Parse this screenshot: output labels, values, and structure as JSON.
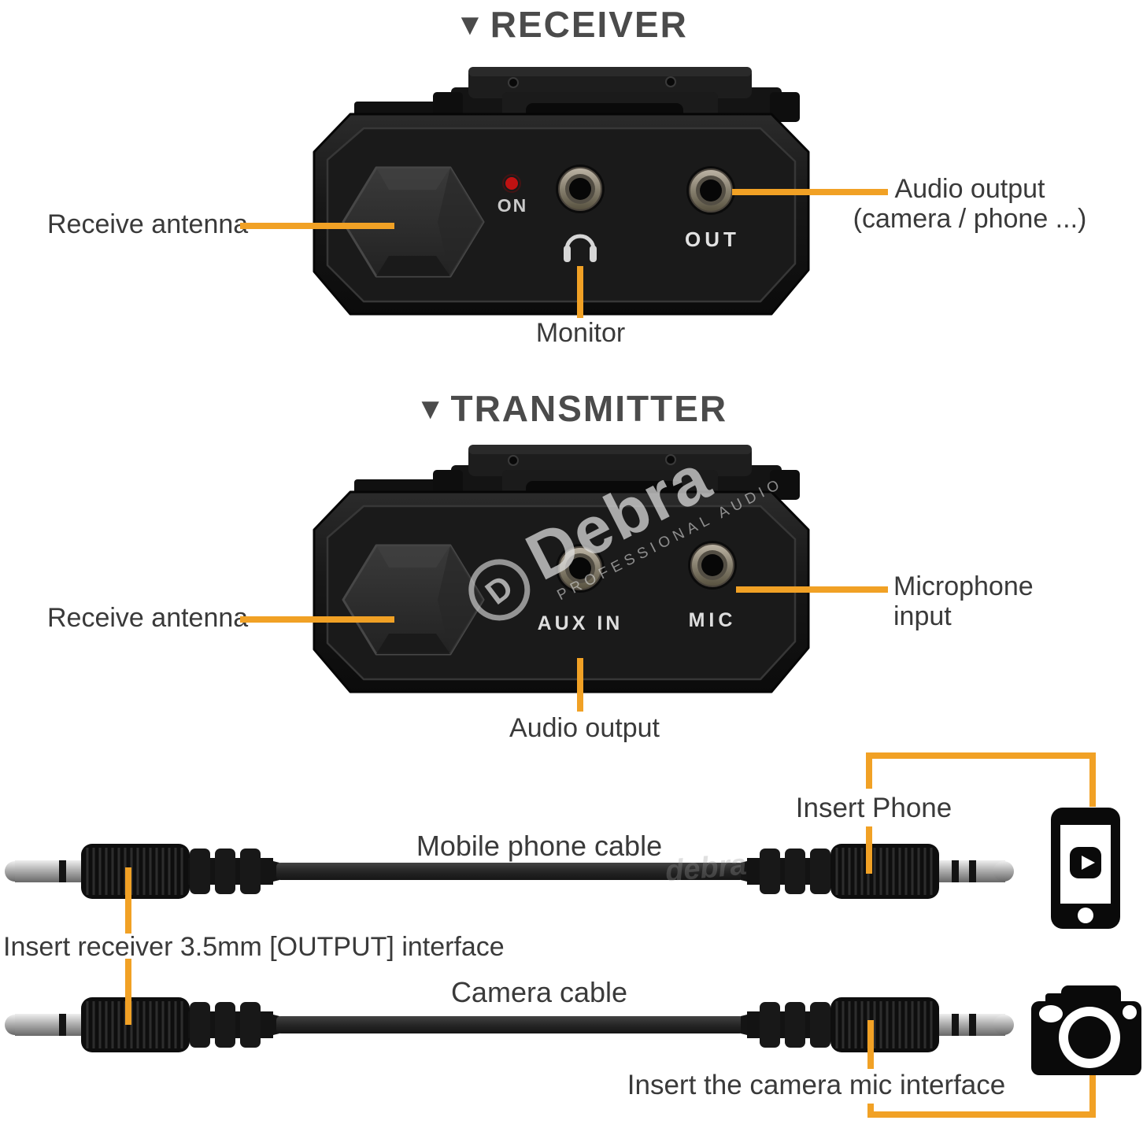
{
  "colors": {
    "accent_orange": "#F1A125",
    "title_text": "#4B4B4B",
    "label_text": "#3A3A3A",
    "device_body": "#181818",
    "led_red": "#C01212"
  },
  "receiver": {
    "marker": "▼",
    "title": "RECEIVER",
    "antenna_label": "Receive antenna",
    "audio_output_label_line1": "Audio output",
    "audio_output_label_line2": "(camera / phone ...)",
    "monitor_label": "Monitor",
    "panel": {
      "on": "ON",
      "out": "OUT"
    }
  },
  "transmitter": {
    "marker": "▼",
    "title": "TRANSMITTER",
    "antenna_label": "Receive antenna",
    "mic_input_label_line1": "Microphone",
    "mic_input_label_line2": "input",
    "audio_output_label": "Audio output",
    "panel": {
      "aux_in": "AUX IN",
      "mic": "MIC"
    },
    "watermark": {
      "logo_letter": "D",
      "brand": "Debra",
      "subtitle": "PROFESSIONAL AUDIO"
    }
  },
  "bottom": {
    "phone_cable_title": "Mobile phone cable",
    "insert_phone_label": "Insert Phone",
    "receiver_interface_label": "Insert receiver 3.5mm [OUTPUT] interface",
    "camera_cable_title": "Camera cable",
    "camera_interface_label": "Insert the camera mic interface",
    "cable_watermark": "debra"
  },
  "icons": {
    "section_marker": "▼",
    "power_led": "red-dot",
    "headphone": "headphone-arc-glyph",
    "smartphone": "rounded-rect-with-play-button",
    "camera": "camera-silhouette-with-lens"
  }
}
